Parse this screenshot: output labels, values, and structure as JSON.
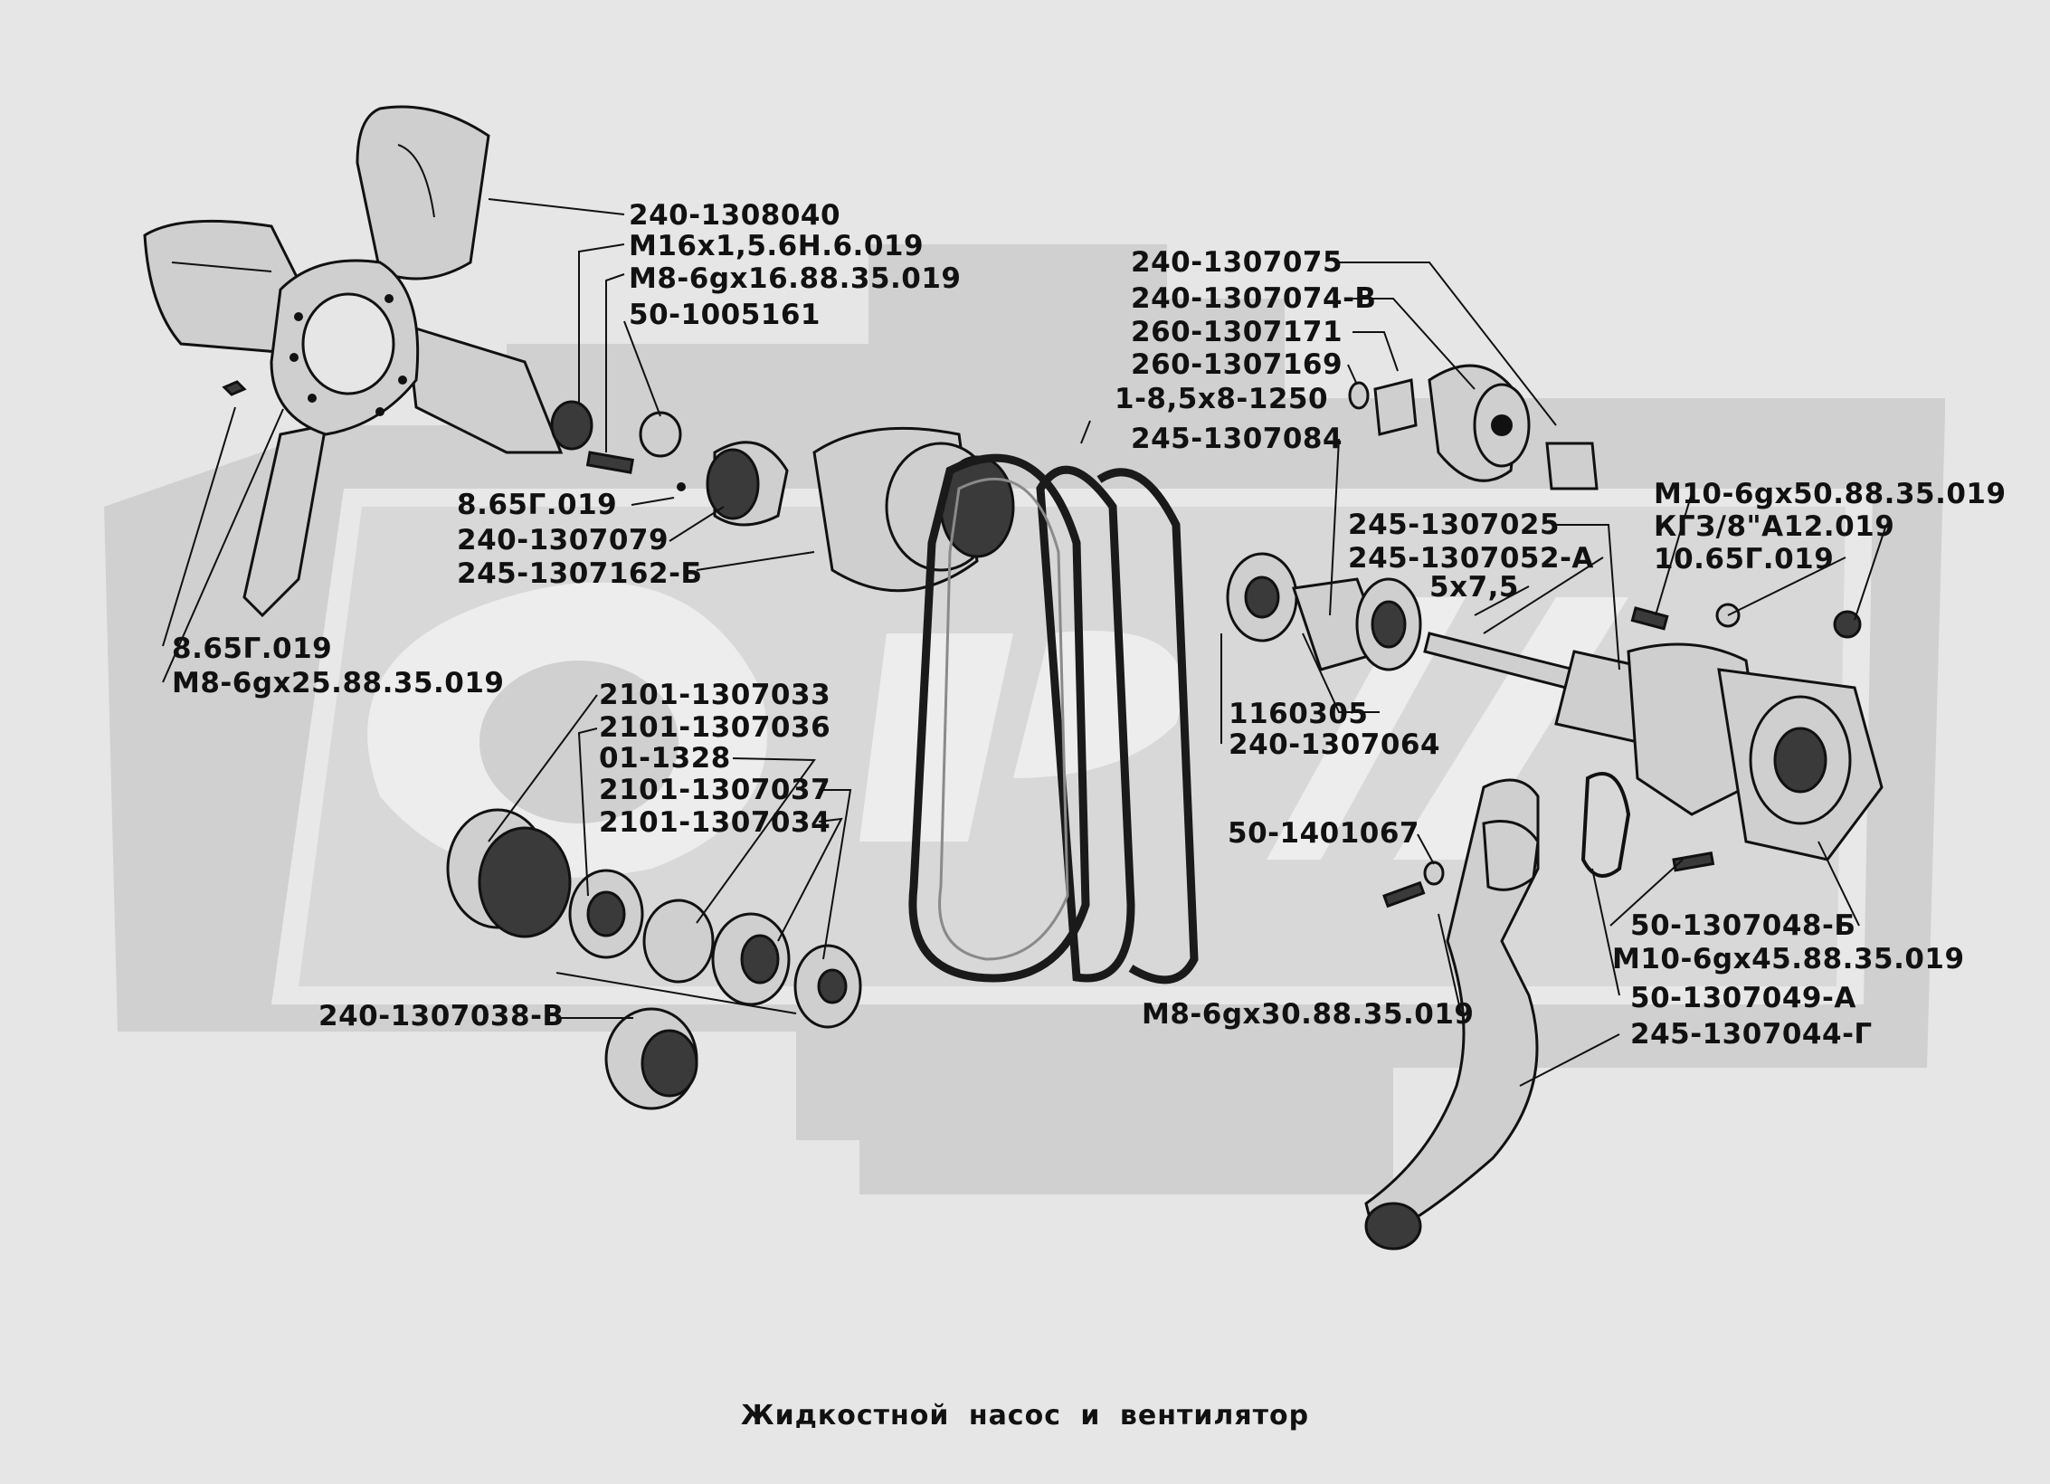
{
  "caption": "Жидкостной насос и вентилятор",
  "colors": {
    "background": "#e6e6e6",
    "ink": "#111111",
    "watermark": "#d0d0d0"
  },
  "labels": [
    {
      "id": "p240-1308040",
      "text": "240-1308040"
    },
    {
      "id": "m16x1-5",
      "text": "М16х1,5.6Н.6.019"
    },
    {
      "id": "m8-6gx16",
      "text": "М8-6gх16.88.35.019"
    },
    {
      "id": "p50-1005161",
      "text": "50-1005161"
    },
    {
      "id": "p8-65g-019-a",
      "text": "8.65Г.019"
    },
    {
      "id": "p240-1307079",
      "text": "240-1307079"
    },
    {
      "id": "p245-1307162-b",
      "text": "245-1307162-Б"
    },
    {
      "id": "p8-65g-019-b",
      "text": "8.65Г.019"
    },
    {
      "id": "m8-6gx25",
      "text": "М8-6gх25.88.35.019"
    },
    {
      "id": "p240-1307075",
      "text": "240-1307075"
    },
    {
      "id": "p240-1307074-v",
      "text": "240-1307074-В"
    },
    {
      "id": "p260-1307171",
      "text": "260-1307171"
    },
    {
      "id": "p260-1307169",
      "text": "260-1307169"
    },
    {
      "id": "belt-1-8-5x8-1250",
      "text": "1-8,5х8-1250"
    },
    {
      "id": "p245-1307084",
      "text": "245-1307084"
    },
    {
      "id": "p245-1307025",
      "text": "245-1307025"
    },
    {
      "id": "p245-1307052-a",
      "text": "245-1307052-А"
    },
    {
      "id": "key-5x7-5",
      "text": "5х7,5"
    },
    {
      "id": "m10-6gx50",
      "text": "М10-6gх50.88.35.019"
    },
    {
      "id": "kgz-8-a12",
      "text": "КГЗ/8\"А12.019"
    },
    {
      "id": "p10-65g-019",
      "text": "10.65Г.019"
    },
    {
      "id": "p1160305",
      "text": "1160305"
    },
    {
      "id": "p240-1307064",
      "text": "240-1307064"
    },
    {
      "id": "p2101-1307033",
      "text": "2101-1307033"
    },
    {
      "id": "p2101-1307036",
      "text": "2101-1307036"
    },
    {
      "id": "p01-1328",
      "text": "01-1328"
    },
    {
      "id": "p2101-1307037",
      "text": "2101-1307037"
    },
    {
      "id": "p2101-1307034",
      "text": "2101-1307034"
    },
    {
      "id": "p240-1307038-v",
      "text": "240-1307038-В"
    },
    {
      "id": "p50-1401067",
      "text": "50-1401067"
    },
    {
      "id": "m8-6gx30",
      "text": "М8-6gх30.88.35.019"
    },
    {
      "id": "p50-1307048-b",
      "text": "50-1307048-Б"
    },
    {
      "id": "m10-6gx45",
      "text": "М10-6gх45.88.35.019"
    },
    {
      "id": "p50-1307049-a",
      "text": "50-1307049-А"
    },
    {
      "id": "p245-1307044-g",
      "text": "245-1307044-Г"
    }
  ]
}
